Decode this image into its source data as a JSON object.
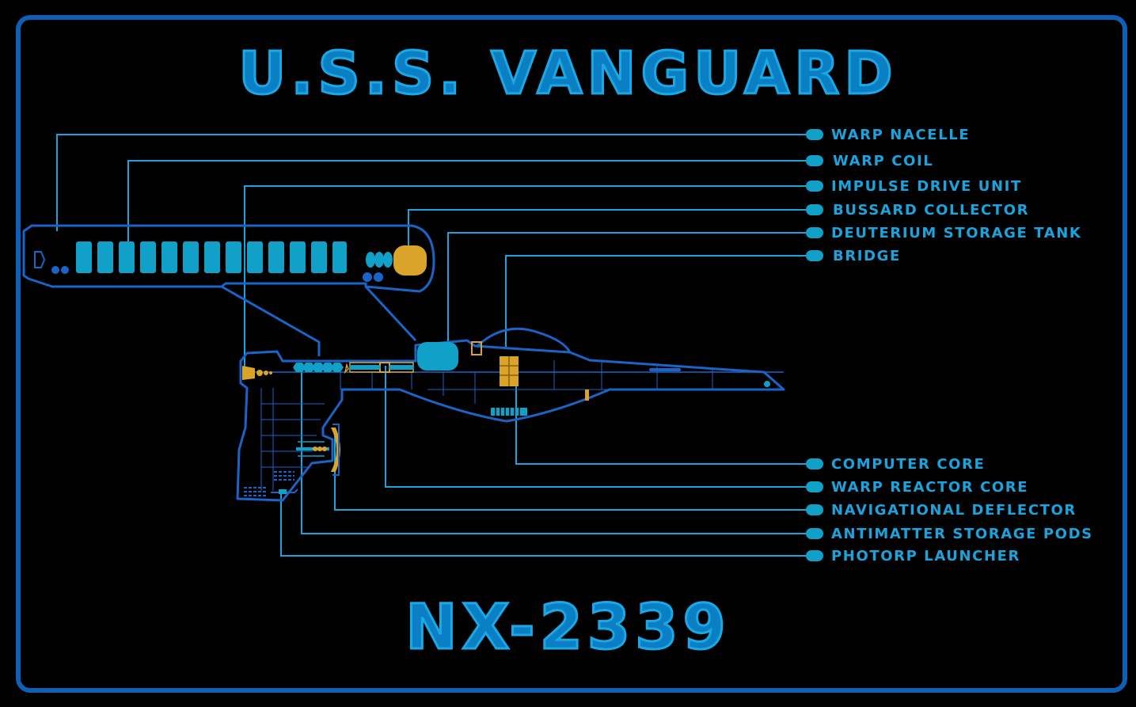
{
  "title": "U.S.S. VANGUARD",
  "registry": "NX-2339",
  "colors": {
    "background": "#000000",
    "frame": "#0f5fb6",
    "accent": "#1aa3dc",
    "hull_outline": "#1a64c8",
    "component_gold": "#d9a429",
    "component_cyan": "#10a0c8"
  },
  "callouts": {
    "top": [
      "WARP NACELLE",
      "WARP COIL",
      "IMPULSE DRIVE UNIT",
      "BUSSARD COLLECTOR",
      "DEUTERIUM STORAGE TANK",
      "BRIDGE"
    ],
    "bottom": [
      "COMPUTER CORE",
      "WARP REACTOR CORE",
      "NAVIGATIONAL DEFLECTOR",
      "ANTIMATTER STORAGE PODS",
      "PHOTORP LAUNCHER"
    ]
  }
}
